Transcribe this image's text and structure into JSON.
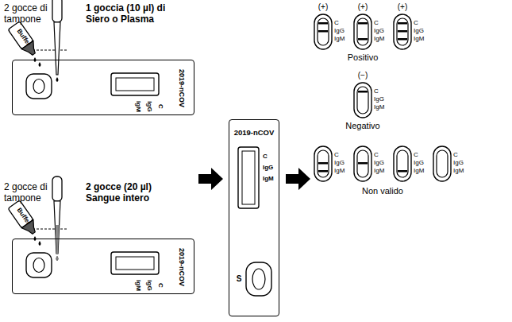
{
  "diagram": {
    "nodes": [
      {
        "text": [
          "2019-nCOV",
          "C",
          "IgG",
          "IgM"
        ]
      },
      {
        "text": [
          "2019-nCOV",
          "C",
          "IgG",
          "IgM"
        ]
      },
      {
        "text": [
          "2019-nCOV",
          "C",
          "IgG",
          "IgM",
          "S"
        ]
      }
    ],
    "labels": [
      "2 gocce di tampone",
      "1 goccia (10 µl) di Siero o Plasma",
      "Buffer",
      "2 gocce di tampone",
      "2 gocce (20 µl) Sangue intero",
      "Buffer",
      "(+)",
      "C",
      "IgG",
      "IgM",
      "(+)",
      "C",
      "IgG",
      "IgM",
      "(+)",
      "C",
      "IgG",
      "IgM",
      "Positivo",
      "(−)",
      "C",
      "IgG",
      "IgM",
      "Negativo",
      "C",
      "IgG",
      "IgM",
      "C",
      "IgG",
      "IgM",
      "C",
      "IgG",
      "IgM",
      "C",
      "IgG",
      "IgM",
      "Non valido"
    ]
  }
}
